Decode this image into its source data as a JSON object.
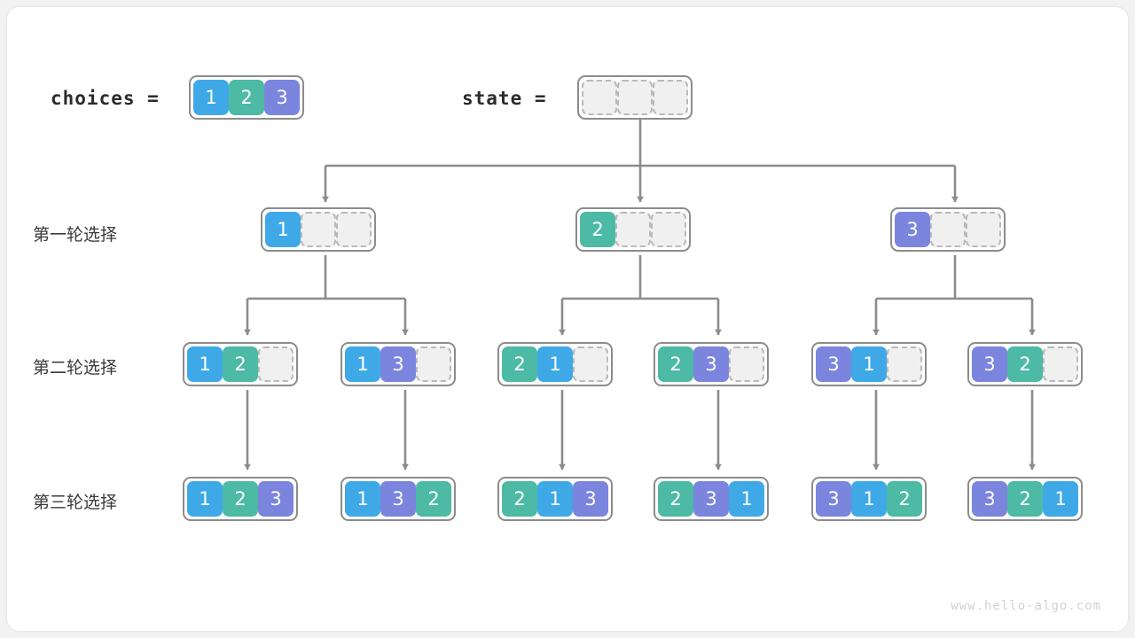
{
  "diagram": {
    "title_watermark": "www.hello-algo.com",
    "colors": {
      "value_1": "#3fa9e8",
      "value_2": "#4cbaa4",
      "value_3": "#7b85de",
      "empty_cell": "#f0f0f0",
      "empty_border": "#b9b9b9",
      "array_border": "#8c8c8c",
      "connector": "#8c8c8c",
      "canvas": "#ffffff",
      "page_background": "#f2f2f2",
      "label_text": "#3a3a3a"
    }
  },
  "header": {
    "choices_label": "choices  =",
    "choices_values": [
      "1",
      "2",
      "3"
    ],
    "state_label": "state  =",
    "state_values": [
      "",
      "",
      ""
    ]
  },
  "rows": [
    {
      "label": "第一轮选择",
      "nodes": [
        {
          "cells": [
            "1",
            "",
            ""
          ]
        },
        {
          "cells": [
            "2",
            "",
            ""
          ]
        },
        {
          "cells": [
            "3",
            "",
            ""
          ]
        }
      ]
    },
    {
      "label": "第二轮选择",
      "nodes": [
        {
          "cells": [
            "1",
            "2",
            ""
          ]
        },
        {
          "cells": [
            "1",
            "3",
            ""
          ]
        },
        {
          "cells": [
            "2",
            "1",
            ""
          ]
        },
        {
          "cells": [
            "2",
            "3",
            ""
          ]
        },
        {
          "cells": [
            "3",
            "1",
            ""
          ]
        },
        {
          "cells": [
            "3",
            "2",
            ""
          ]
        }
      ]
    },
    {
      "label": "第三轮选择",
      "nodes": [
        {
          "cells": [
            "1",
            "2",
            "3"
          ]
        },
        {
          "cells": [
            "1",
            "3",
            "2"
          ]
        },
        {
          "cells": [
            "2",
            "1",
            "3"
          ]
        },
        {
          "cells": [
            "2",
            "3",
            "1"
          ]
        },
        {
          "cells": [
            "3",
            "1",
            "2"
          ]
        },
        {
          "cells": [
            "3",
            "2",
            "1"
          ]
        }
      ]
    }
  ]
}
